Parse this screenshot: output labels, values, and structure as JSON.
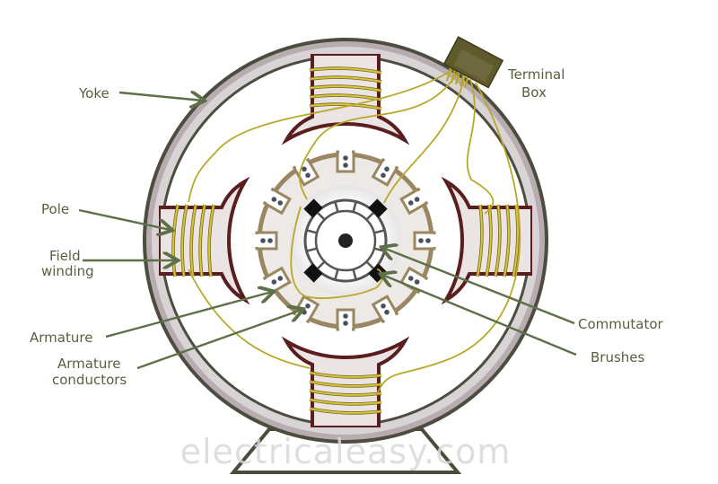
{
  "labels": {
    "yoke": "Yoke",
    "terminal_box_1": "Terminal",
    "terminal_box_2": "Box",
    "pole": "Pole",
    "field_winding_1": "Field",
    "field_winding_2": "winding",
    "armature": "Armature",
    "armature_conductors_1": "Armature",
    "armature_conductors_2": "conductors",
    "commutator": "Commutator",
    "brushes": "Brushes"
  },
  "watermark": "electricaleasy.com",
  "colors": {
    "label_text": "#5a5e3e",
    "arrow": "#5e7048",
    "yoke": "#a89ca0",
    "pole_outline": "#5a1e1e",
    "winding": "#c8b432",
    "armature_outline": "#9a8660",
    "terminal_box": "#5e5a2c"
  }
}
